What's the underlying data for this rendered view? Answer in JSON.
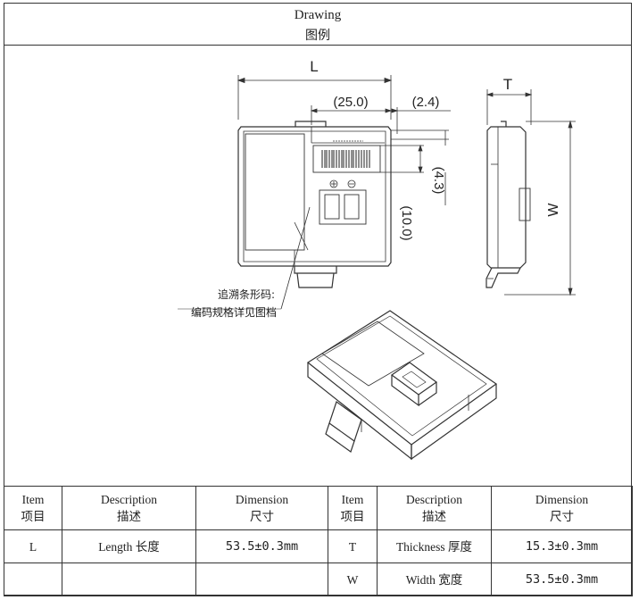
{
  "header": {
    "title_en": "Drawing",
    "title_cn": "图例"
  },
  "drawing": {
    "dimensions": {
      "L": "L",
      "T": "T",
      "W": "W",
      "d25": "(25.0)",
      "d24": "(2.4)",
      "d43": "(4.3)",
      "d100": "(10.0)"
    },
    "callout_line1": "追溯条形码:",
    "callout_line2": "编码规格详见图档"
  },
  "table": {
    "headers": {
      "item_en": "Item",
      "item_cn": "项目",
      "desc_en": "Description",
      "desc_cn": "描述",
      "dim_en": "Dimension",
      "dim_cn": "尺寸",
      "item2_en": "Item",
      "item2_cn": "项目",
      "desc2_en": "Description",
      "desc2_cn": "描述",
      "dim2_en": "Dimension",
      "dim2_cn": "尺寸"
    },
    "rows": [
      {
        "item": "L",
        "desc": "Length 长度",
        "dim": "53.5±0.3mm",
        "item2": "T",
        "desc2": "Thickness 厚度",
        "dim2": "15.3±0.3mm"
      },
      {
        "item": "",
        "desc": "",
        "dim": "",
        "item2": "W",
        "desc2": "Width 宽度",
        "dim2": "53.5±0.3mm"
      }
    ]
  }
}
